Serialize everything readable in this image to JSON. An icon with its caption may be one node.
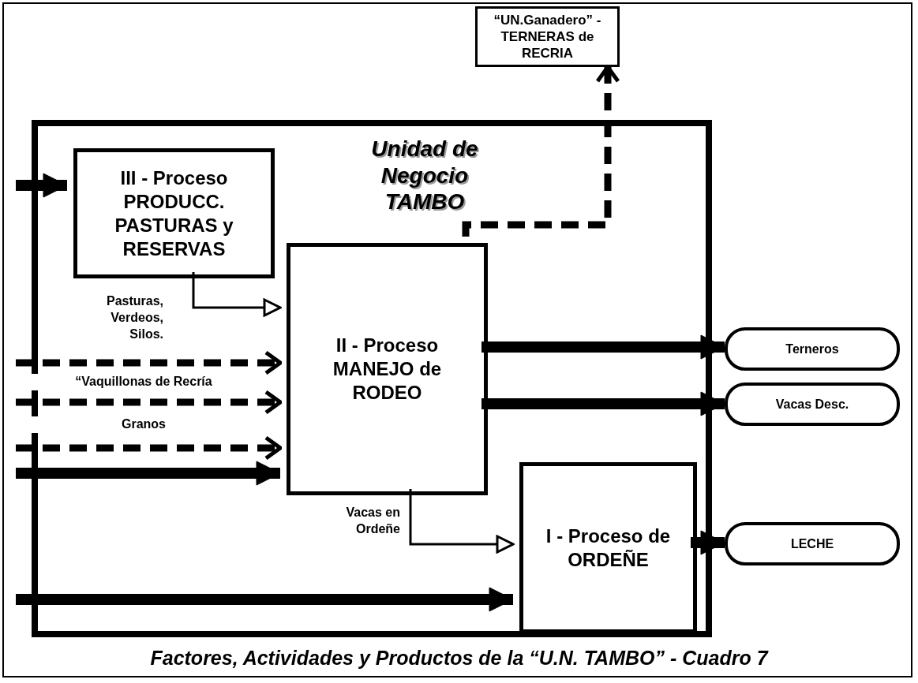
{
  "diagram": {
    "caption": "Factores, Actividades y Productos de la “U.N. TAMBO” - Cuadro 7",
    "nodes": [
      {
        "text": [
          "“UN.Ganadero” - TERNERAS de RECRIA"
        ]
      },
      {
        "text": [
          "Unidad de Negocio TAMBO"
        ]
      },
      {
        "text": [
          "III - Proceso PRODUCC. PASTURAS y RESERVAS"
        ],
        "in": 1
      },
      {
        "text": [
          "II - Proceso MANEJO de RODEO"
        ],
        "in": 1
      },
      {
        "text": [
          "I - Proceso de ORDEÑE"
        ],
        "in": 1
      },
      {
        "text": [
          "Terneros"
        ]
      },
      {
        "text": [
          "Vacas Desc."
        ]
      },
      {
        "text": [
          "LECHE"
        ]
      }
    ],
    "edges": [
      {
        "from": null,
        "to": 2,
        "arrow": "to"
      },
      {
        "from": 2,
        "to": 3,
        "arrow": "to",
        "label": "Pasturas, Verdeos, Silos."
      },
      {
        "from": null,
        "to": 3,
        "arrow": "to",
        "style": "dashed",
        "label": "“Vaquillonas de Recría"
      },
      {
        "from": null,
        "to": 3,
        "arrow": "to",
        "style": "dashed",
        "label": "Granos"
      },
      {
        "from": null,
        "to": 3,
        "arrow": "to",
        "style": "dashed"
      },
      {
        "from": null,
        "to": 3,
        "arrow": "to"
      },
      {
        "from": 3,
        "to": 4,
        "arrow": "to",
        "label": "Vacas en Ordeñe"
      },
      {
        "from": null,
        "to": 4,
        "arrow": "to"
      },
      {
        "from": 3,
        "to": 5,
        "arrow": "to"
      },
      {
        "from": 3,
        "to": 0,
        "arrow": "to",
        "style": "dashed"
      },
      {
        "from": 3,
        "to": 6,
        "arrow": "to"
      },
      {
        "from": 4,
        "to": 7,
        "arrow": "to"
      }
    ]
  }
}
